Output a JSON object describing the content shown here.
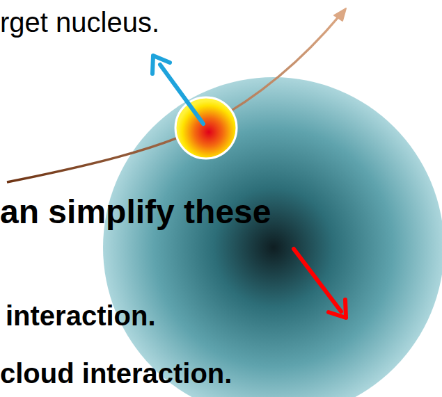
{
  "diagram": {
    "labels": [
      "rget nucleus.",
      "an simplify these",
      "interaction.",
      "cloud interaction."
    ]
  }
}
